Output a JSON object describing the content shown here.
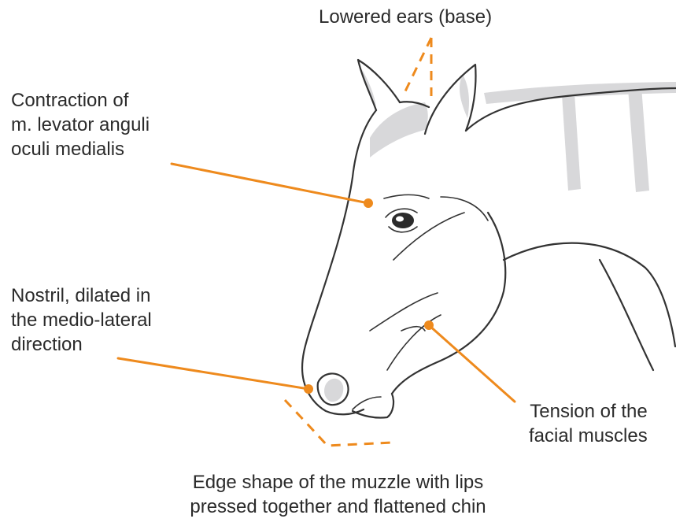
{
  "annotations": {
    "ears": {
      "lines": [
        "Lowered ears (base)"
      ]
    },
    "levator": {
      "lines": [
        "Contraction of",
        "m. levator anguli",
        "oculi medialis"
      ]
    },
    "nostril": {
      "lines": [
        "Nostril, dilated in",
        "the medio-lateral",
        "direction"
      ]
    },
    "tension": {
      "lines": [
        "Tension of the",
        "facial muscles"
      ]
    },
    "muzzle": {
      "lines": [
        "Edge shape of the muzzle with lips",
        "pressed together and flattened chin"
      ]
    }
  },
  "colors": {
    "accent": "#ee8a1d",
    "outline": "#333333",
    "shading": "#d8d8da",
    "text": "#2b2b2b"
  }
}
